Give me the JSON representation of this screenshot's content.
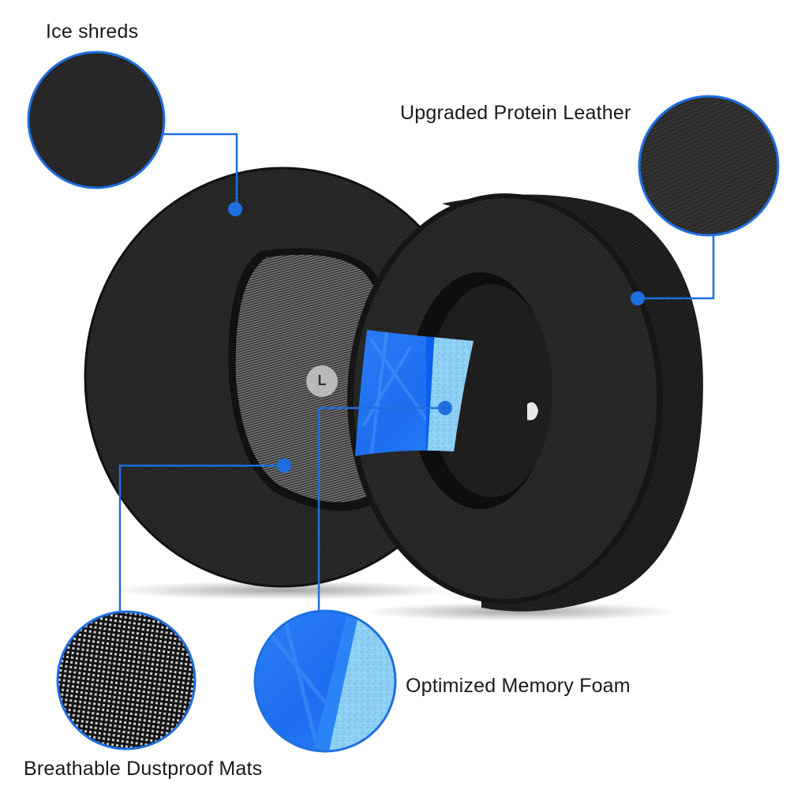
{
  "callouts": {
    "ice_shreds": {
      "label": "Ice shreds"
    },
    "protein_leather": {
      "label": "Upgraded Protein Leather"
    },
    "dustproof_mats": {
      "label": "Breathable Dustproof Mats"
    },
    "memory_foam": {
      "label": "Optimized Memory Foam"
    }
  },
  "earpad_left": {
    "side_marker": "L"
  },
  "colors": {
    "accent_blue": "#1f6fe0",
    "foam_blue": "#1e6ff0",
    "foam_light": "#8fd0f5",
    "pad_black": "#1c1c1c",
    "mesh_grey": "#4a4a4a",
    "background": "#ffffff"
  }
}
